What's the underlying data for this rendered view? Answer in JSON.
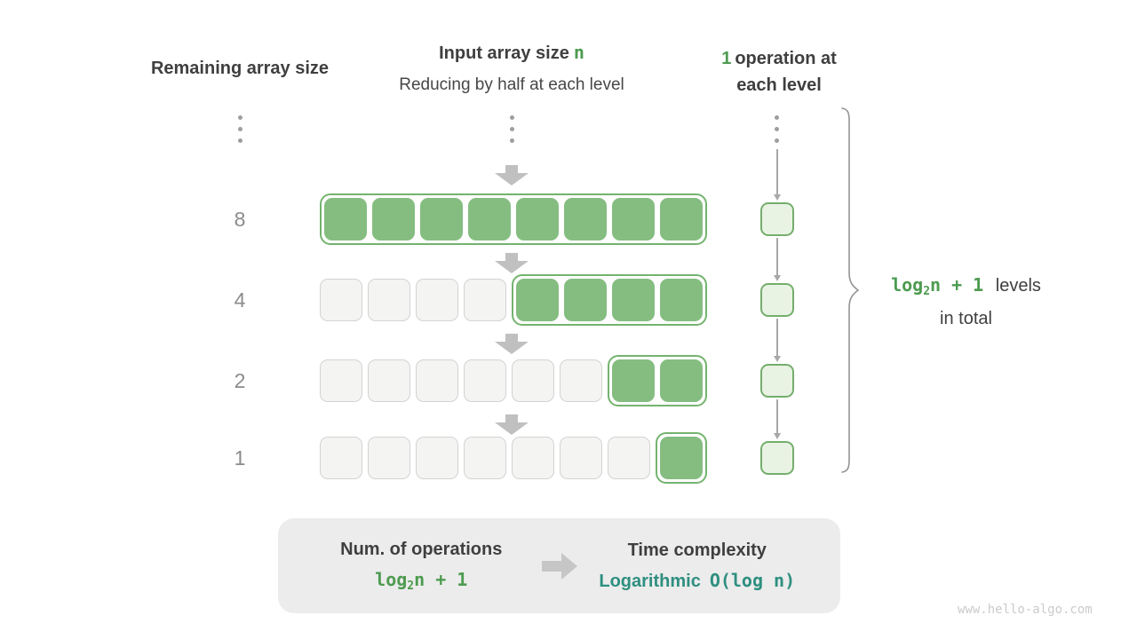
{
  "headers": {
    "left": "Remaining array size",
    "mid_title": "Input array size",
    "mid_title_var": "n",
    "mid_subtitle": "Reducing by half at each level",
    "right_highlight": "1",
    "right_line1": "operation at",
    "right_line2": "each level"
  },
  "diagram": {
    "row_labels": [
      "8",
      "4",
      "2",
      "1"
    ],
    "rows": [
      {
        "remaining": 8,
        "total_cells": 8,
        "active_cells": 8
      },
      {
        "remaining": 4,
        "total_cells": 8,
        "active_cells": 4
      },
      {
        "remaining": 2,
        "total_cells": 8,
        "active_cells": 2
      },
      {
        "remaining": 1,
        "total_cells": 8,
        "active_cells": 1
      }
    ],
    "ops_per_level": 1,
    "levels_shown": 4
  },
  "brace": {
    "formula_log": "log",
    "formula_sub": "2",
    "formula_rest": "n + 1",
    "label_line1": "levels",
    "label_line2": "in total"
  },
  "summary": {
    "ops_title": "Num. of operations",
    "ops_formula_log": "log",
    "ops_formula_sub": "2",
    "ops_formula_rest": "n + 1",
    "tc_title": "Time complexity",
    "tc_class": "Logarithmic",
    "tc_big_o": "O(log n)"
  },
  "watermark": "www.hello-algo.com",
  "colors": {
    "accent_green": "#4d9b50",
    "square_green": "#85bd81",
    "outline_green": "#74b36e",
    "ops_fill": "#e9f3e4",
    "ops_border": "#74ae6c",
    "gray_fill": "#f4f4f3",
    "gray_border": "#d3d3d1",
    "teal": "#2e8f80",
    "dark_text": "#3f3f3f",
    "muted_text": "#8b8b8b",
    "arrow_gray": "#c0c0c0"
  }
}
